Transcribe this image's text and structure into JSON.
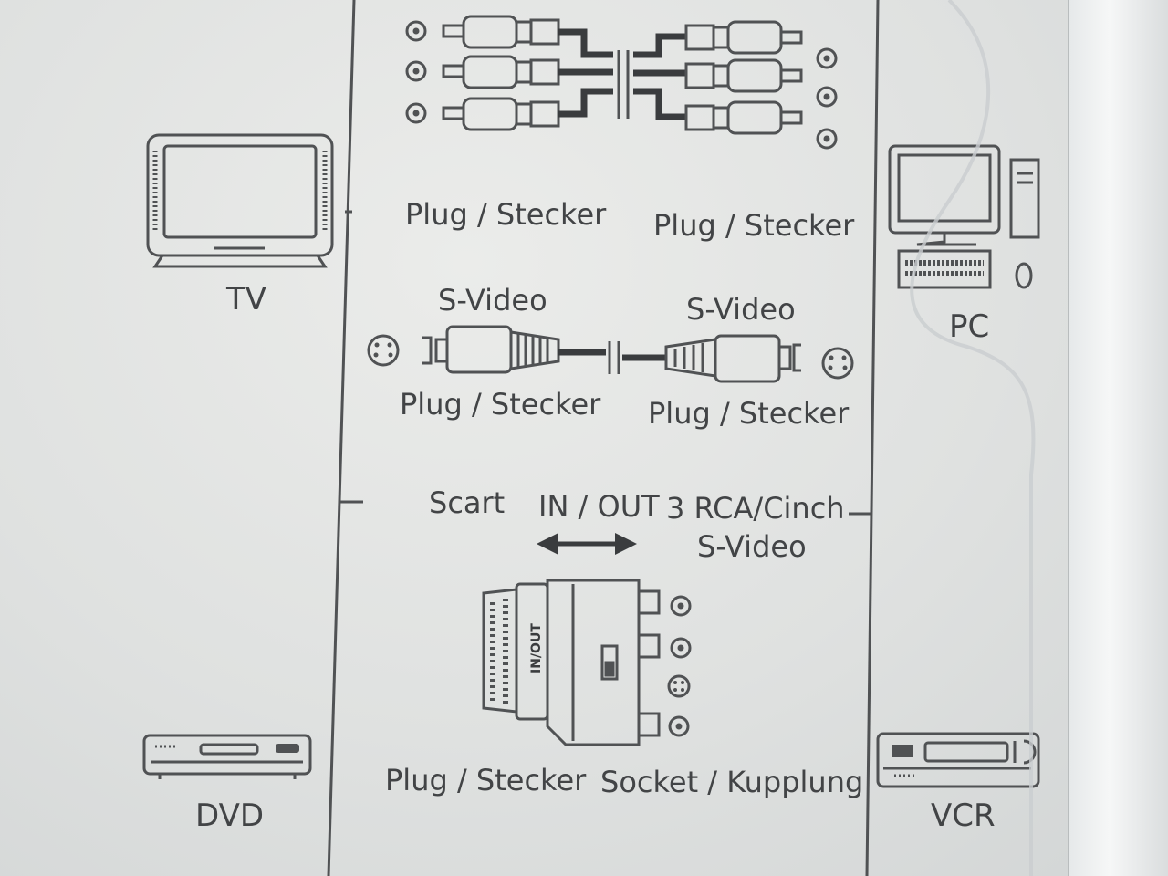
{
  "devices": {
    "tv": "TV",
    "pc": "PC",
    "dvd": "DVD",
    "vcr": "VCR"
  },
  "rca_cable": {
    "left_label": "Plug / Stecker",
    "right_label": "Plug / Stecker"
  },
  "svideo_cable": {
    "left_title": "S-Video",
    "right_title": "S-Video",
    "left_label": "Plug / Stecker",
    "right_label": "Plug / Stecker"
  },
  "scart_adapter": {
    "scart_label": "Scart",
    "switch_label": "IN / OUT",
    "outputs_line1": "3 RCA/Cinch",
    "outputs_line2": "S-Video",
    "body_text": "IN/OUT",
    "plug_label": "Plug / Stecker",
    "socket_label": "Socket / Kupplung"
  },
  "colors": {
    "ink": "#424446",
    "paper": "#e4e6e5"
  }
}
